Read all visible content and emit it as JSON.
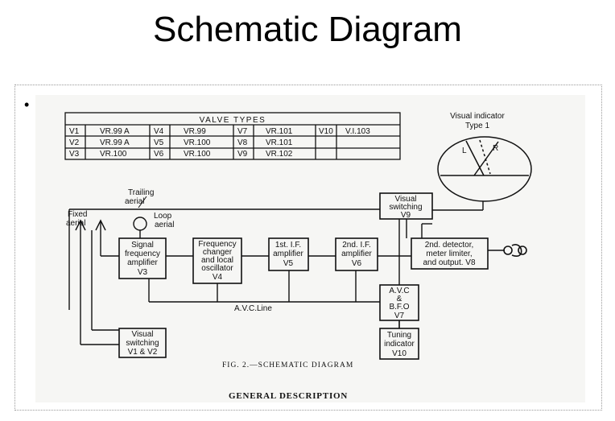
{
  "slide": {
    "title": "Schematic Diagram",
    "bullet": "•"
  },
  "valve_table": {
    "title": "VALVE TYPES",
    "rows": [
      [
        "V1",
        "VR.99 A",
        "V4",
        "VR.99",
        "V7",
        "VR.101",
        "V10",
        "V.I.103"
      ],
      [
        "V2",
        "VR.99 A",
        "V5",
        "VR.100",
        "V8",
        "VR.101",
        "",
        ""
      ],
      [
        "V3",
        "VR.100",
        "V6",
        "VR.100",
        "V9",
        "VR.102",
        "",
        ""
      ]
    ]
  },
  "diagram": {
    "visual_indicator": {
      "title_line1": "Visual indicator",
      "title_line2": "Type 1",
      "left_mark": "L",
      "right_mark": "R"
    },
    "labels": {
      "trailing_aerial": [
        "Trailing",
        "aerial"
      ],
      "fixed_aerial": [
        "Fixed",
        "aerial"
      ],
      "loop_aerial": [
        "Loop",
        "aerial"
      ],
      "avc_line": "A.V.C.Line"
    },
    "blocks": {
      "signal_amp": [
        "Signal",
        "frequency",
        "amplifier",
        "V3"
      ],
      "freq_changer": [
        "Frequency",
        "changer",
        "and local",
        "oscillator",
        "V4"
      ],
      "if1": [
        "1st. I.F.",
        "amplifier",
        "V5"
      ],
      "if2": [
        "2nd. I.F.",
        "amplifier",
        "V6"
      ],
      "detector": [
        "2nd. detector,",
        "meter limiter,",
        "and output. V8"
      ],
      "vis_sw_v9": [
        "Visual",
        "switching",
        "V9"
      ],
      "avc": [
        "A.V.C",
        "&",
        "B.F.O",
        "V7"
      ],
      "tuning": [
        "Tuning",
        "indicator",
        "V10"
      ],
      "vis_sw_v1": [
        "Visual",
        "switching",
        "V1 & V2"
      ]
    },
    "caption": "FIG. 2.—SCHEMATIC DIAGRAM",
    "footer": "GENERAL DESCRIPTION"
  }
}
